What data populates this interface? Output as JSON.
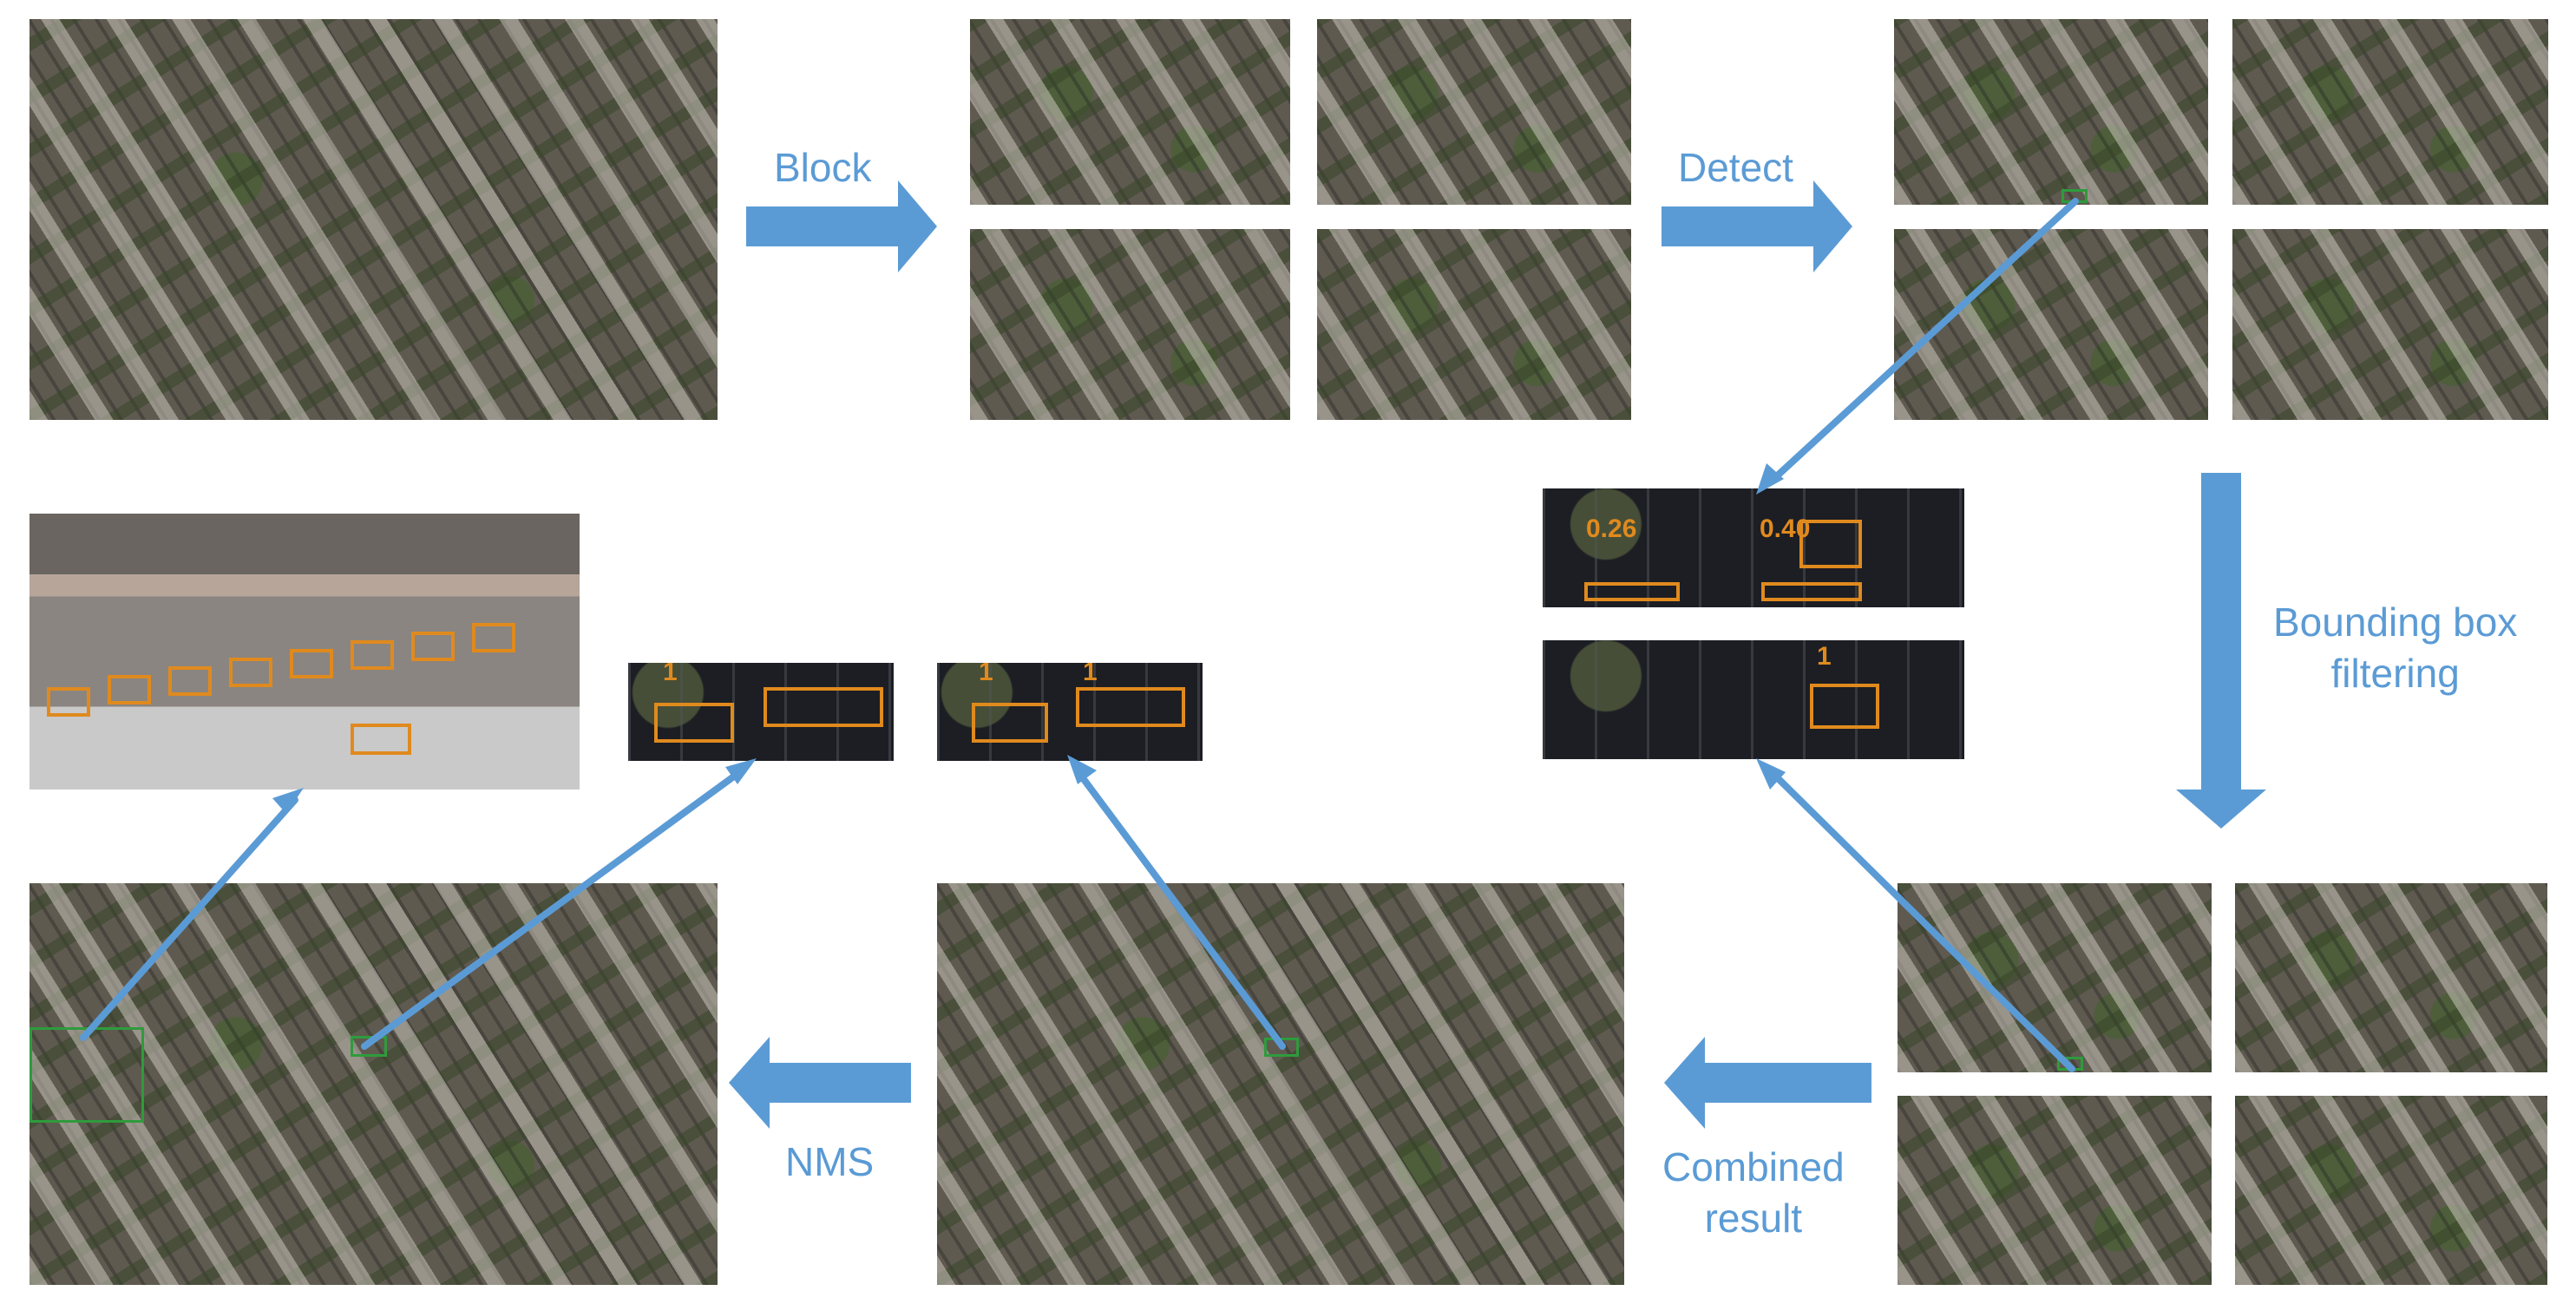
{
  "labels": {
    "block": "Block",
    "detect": "Detect",
    "bbox_filtering_line1": "Bounding box",
    "bbox_filtering_line2": "filtering",
    "combined_line1": "Combined",
    "combined_line2": "result",
    "nms": "NMS"
  },
  "detections": {
    "scores": [
      "0.26",
      "0.40",
      "1",
      "1",
      "1",
      "1"
    ]
  },
  "colors": {
    "arrow": "#5b9bd5",
    "box": "#e08a1e",
    "selection": "#2e9b3c"
  },
  "panels": [
    "original-aerial-image",
    "block-tile-1",
    "block-tile-2",
    "block-tile-3",
    "block-tile-4",
    "detect-tile-1",
    "detect-tile-2",
    "detect-tile-3",
    "detect-tile-4",
    "zoom-detections-before-filter",
    "zoom-detections-after-filter",
    "filtered-tile-1",
    "filtered-tile-2",
    "filtered-tile-3",
    "filtered-tile-4",
    "combined-result-image",
    "nms-result-image",
    "zoom-combined-detail",
    "zoom-nms-detail",
    "zoom-street-detail"
  ]
}
